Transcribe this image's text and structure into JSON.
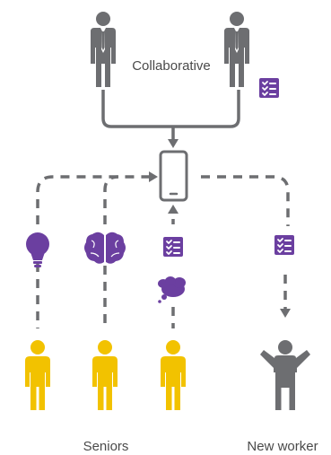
{
  "labels": {
    "collaborative": "Collaborative",
    "seniors": "Seniors",
    "new_worker": "New worker"
  },
  "colors": {
    "gray": "#6d6e71",
    "purple": "#6b3fa0",
    "yellow": "#f2c200"
  },
  "icons": [
    "executive-person-icon",
    "checklist-icon",
    "smartphone-icon",
    "lightbulb-icon",
    "brain-icon",
    "thought-bubble-icon",
    "person-icon",
    "confused-person-icon"
  ]
}
